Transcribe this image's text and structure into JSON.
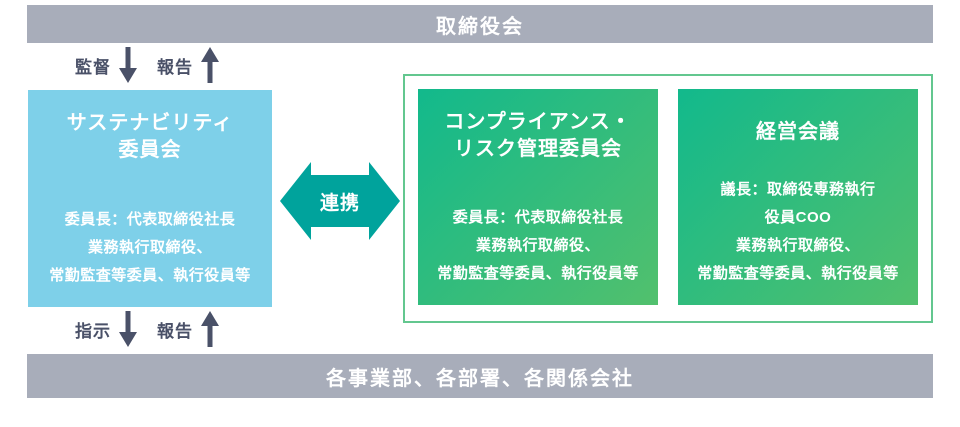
{
  "title_bars": {
    "top": "取締役会",
    "bottom": "各事業部、各部署、各関係会社"
  },
  "flows": {
    "top": {
      "left_label": "監督",
      "right_label": "報告"
    },
    "bottom": {
      "left_label": "指示",
      "right_label": "報告"
    }
  },
  "link": {
    "label": "連携"
  },
  "boxes": {
    "sustainability": {
      "title_lines": [
        "サステナビリティ",
        "委員会"
      ],
      "body_lines": [
        "委員長：代表取締役社長",
        "業務執行取締役、",
        "常勤監査等委員、執行役員等"
      ]
    },
    "compliance_risk": {
      "title_lines": [
        "コンプライアンス・",
        "リスク管理委員会"
      ],
      "body_lines": [
        "委員長：代表取締役社長",
        "業務執行取締役、",
        "常勤監査等委員、執行役員等"
      ]
    },
    "management": {
      "title_lines": [
        "経営会議"
      ],
      "body_lines": [
        "議長：取締役専務執行",
        "役員COO",
        "業務執行取締役、",
        "常勤監査等委員、執行役員等"
      ]
    }
  },
  "colors": {
    "bar_gray": "#a8adba",
    "blue_box": "#7ed0e9",
    "teal_arrow": "#00a39c",
    "green_gradient_start": "#12b98c",
    "green_gradient_end": "#52c06d",
    "green_frame_border": "#63c78f",
    "flow_label_dark": "#4a5168"
  }
}
